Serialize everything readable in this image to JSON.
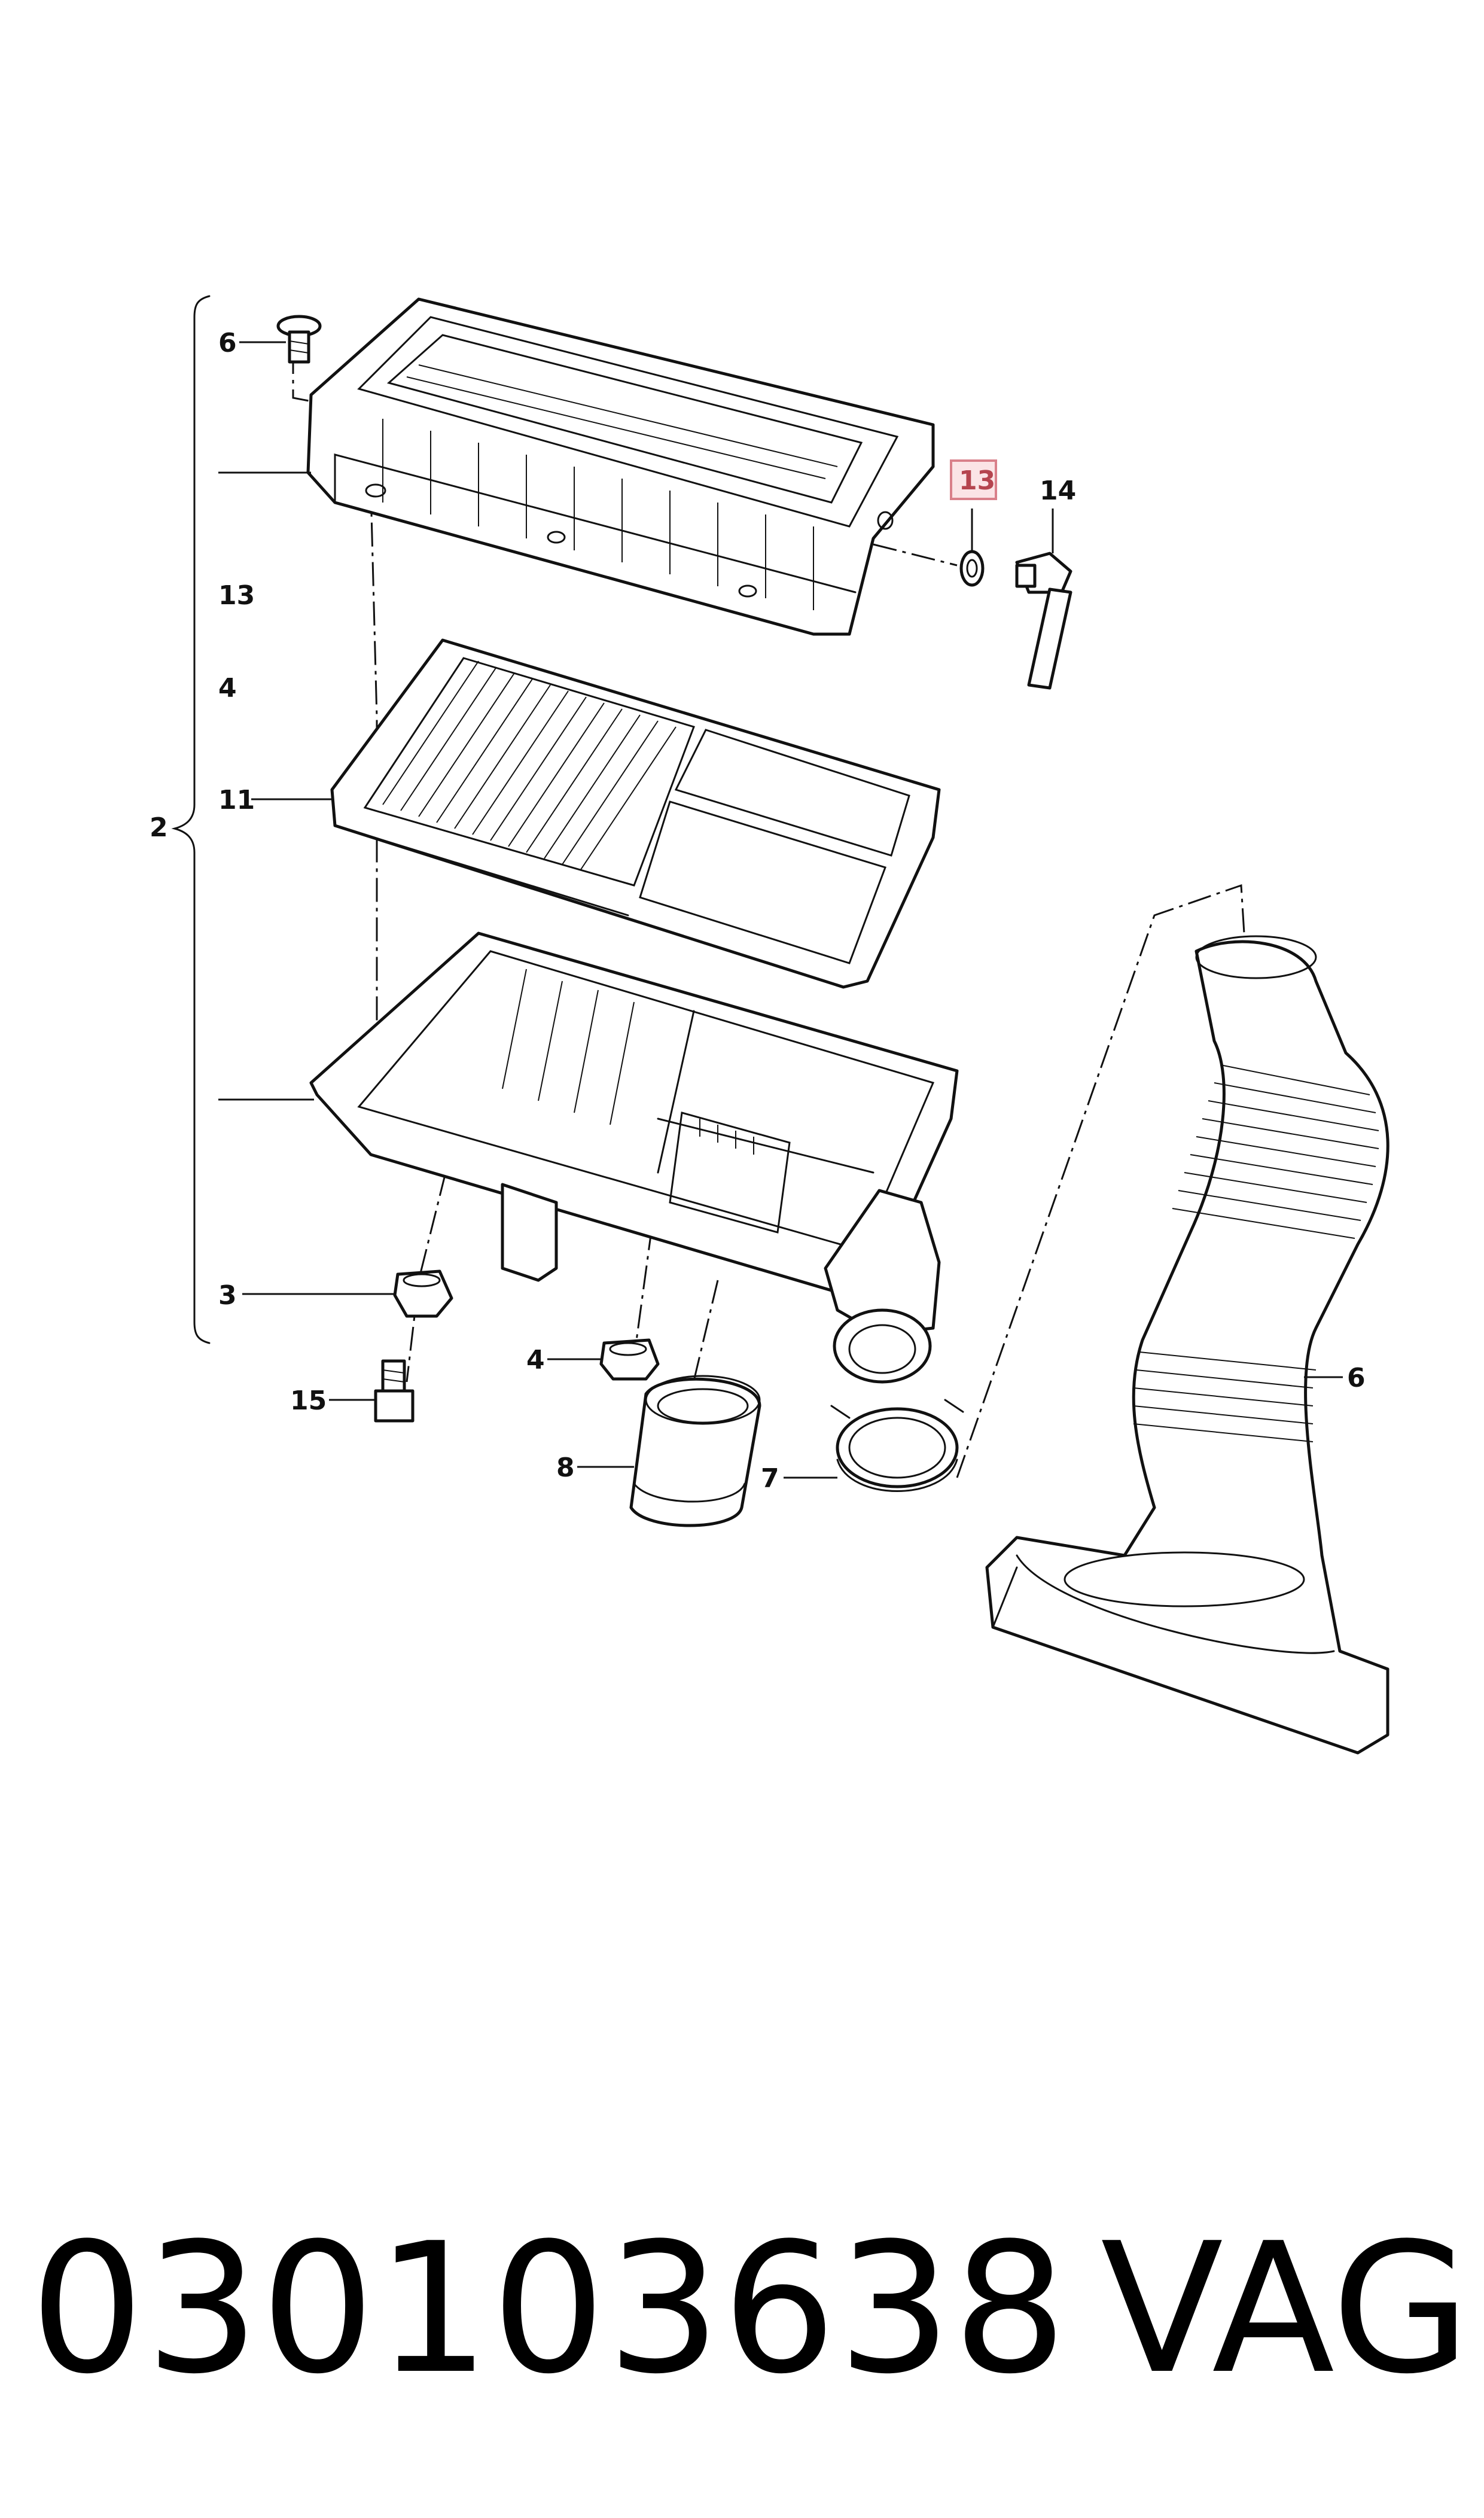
{
  "callouts": {
    "c_6_top": "6",
    "c_13_side": "13",
    "c_4_side": "4",
    "c_11": "11",
    "c_2": "2",
    "c_3": "3",
    "c_15": "15",
    "c_4_bottom": "4",
    "c_8": "8",
    "c_7": "7",
    "c_6_right": "6",
    "c_13_highlight": "13",
    "c_14": "14"
  },
  "footer": {
    "part_number": "030103638",
    "brand": "VAG"
  },
  "colors": {
    "highlight_border": "#d9808a",
    "highlight_fill": "#fbe4e6",
    "highlight_text": "#b5454f"
  }
}
